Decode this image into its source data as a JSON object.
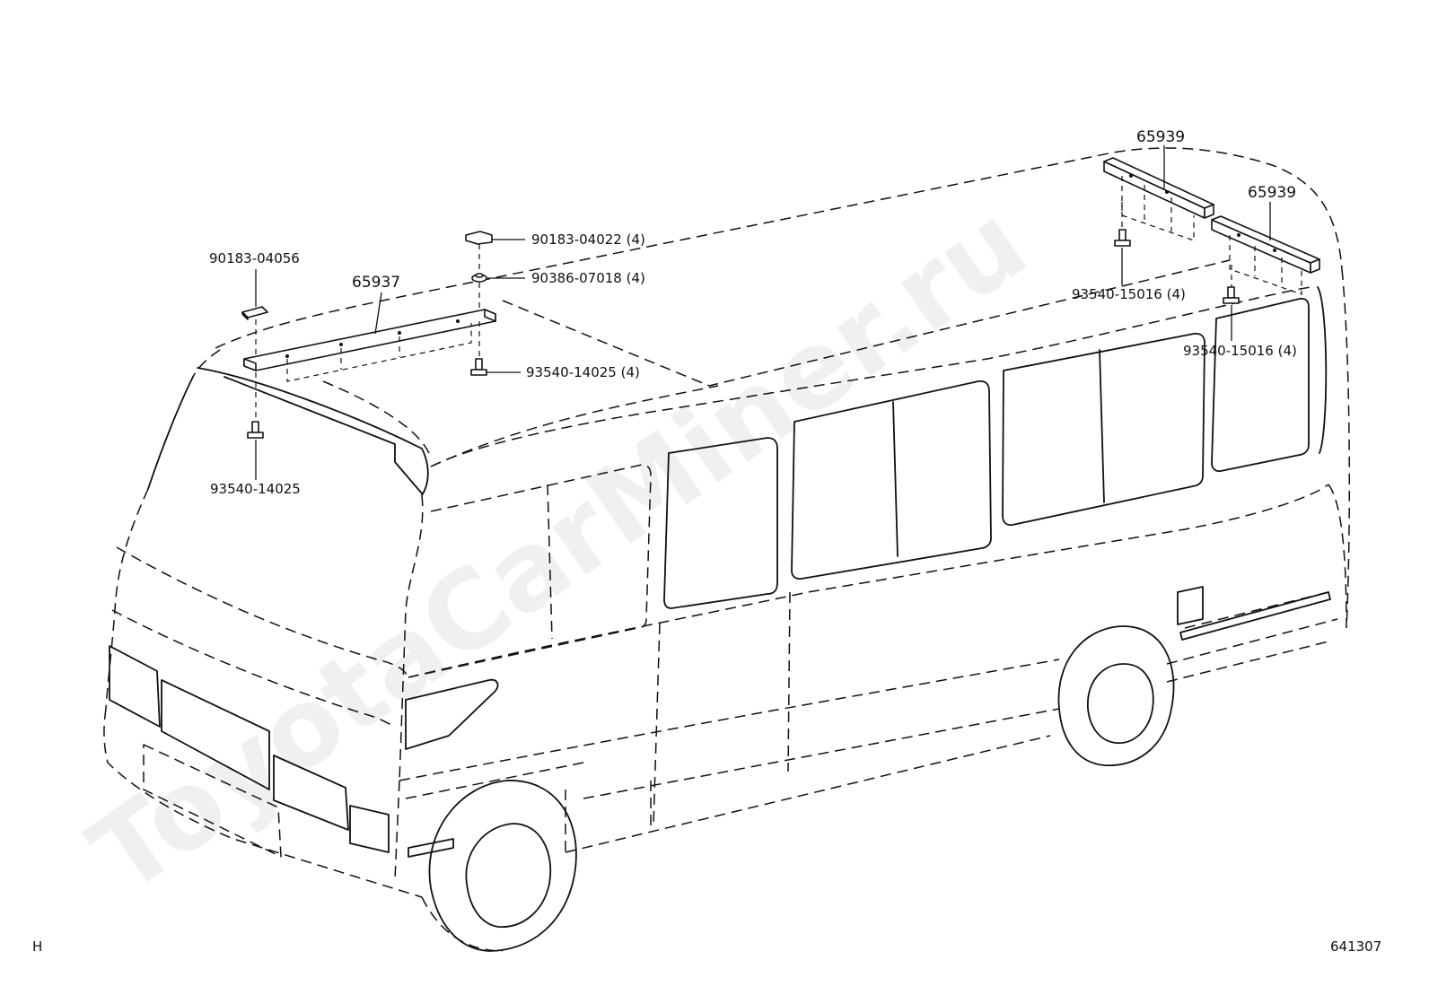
{
  "watermark": "ToyotaCarMiner.ru",
  "corner_left": "H",
  "corner_right": "641307",
  "callouts": {
    "c1": "90183-04056",
    "c2": "65937",
    "c3": "90183-04022 (4)",
    "c4": "90386-07018 (4)",
    "c5": "93540-14025 (4)",
    "c6": "93540-14025",
    "c7": "65939",
    "c8": "65939",
    "c9": "93540-15016 (4)",
    "c10": "93540-15016 (4)"
  }
}
